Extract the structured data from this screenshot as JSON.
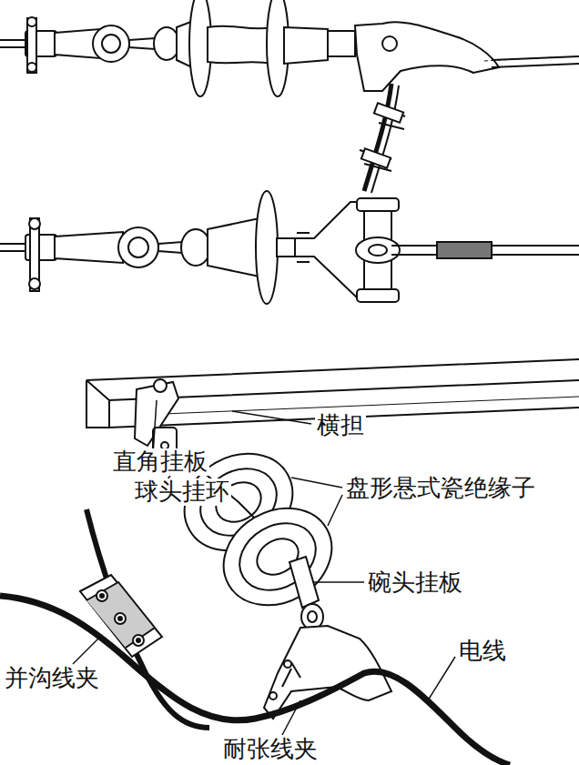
{
  "diagram": {
    "labels": [
      "横担",
      "直角挂板",
      "球头挂环",
      "盘形悬式瓷绝缘子",
      "碗头挂板",
      "并沟线夹",
      "电线",
      "耐张线夹"
    ]
  }
}
